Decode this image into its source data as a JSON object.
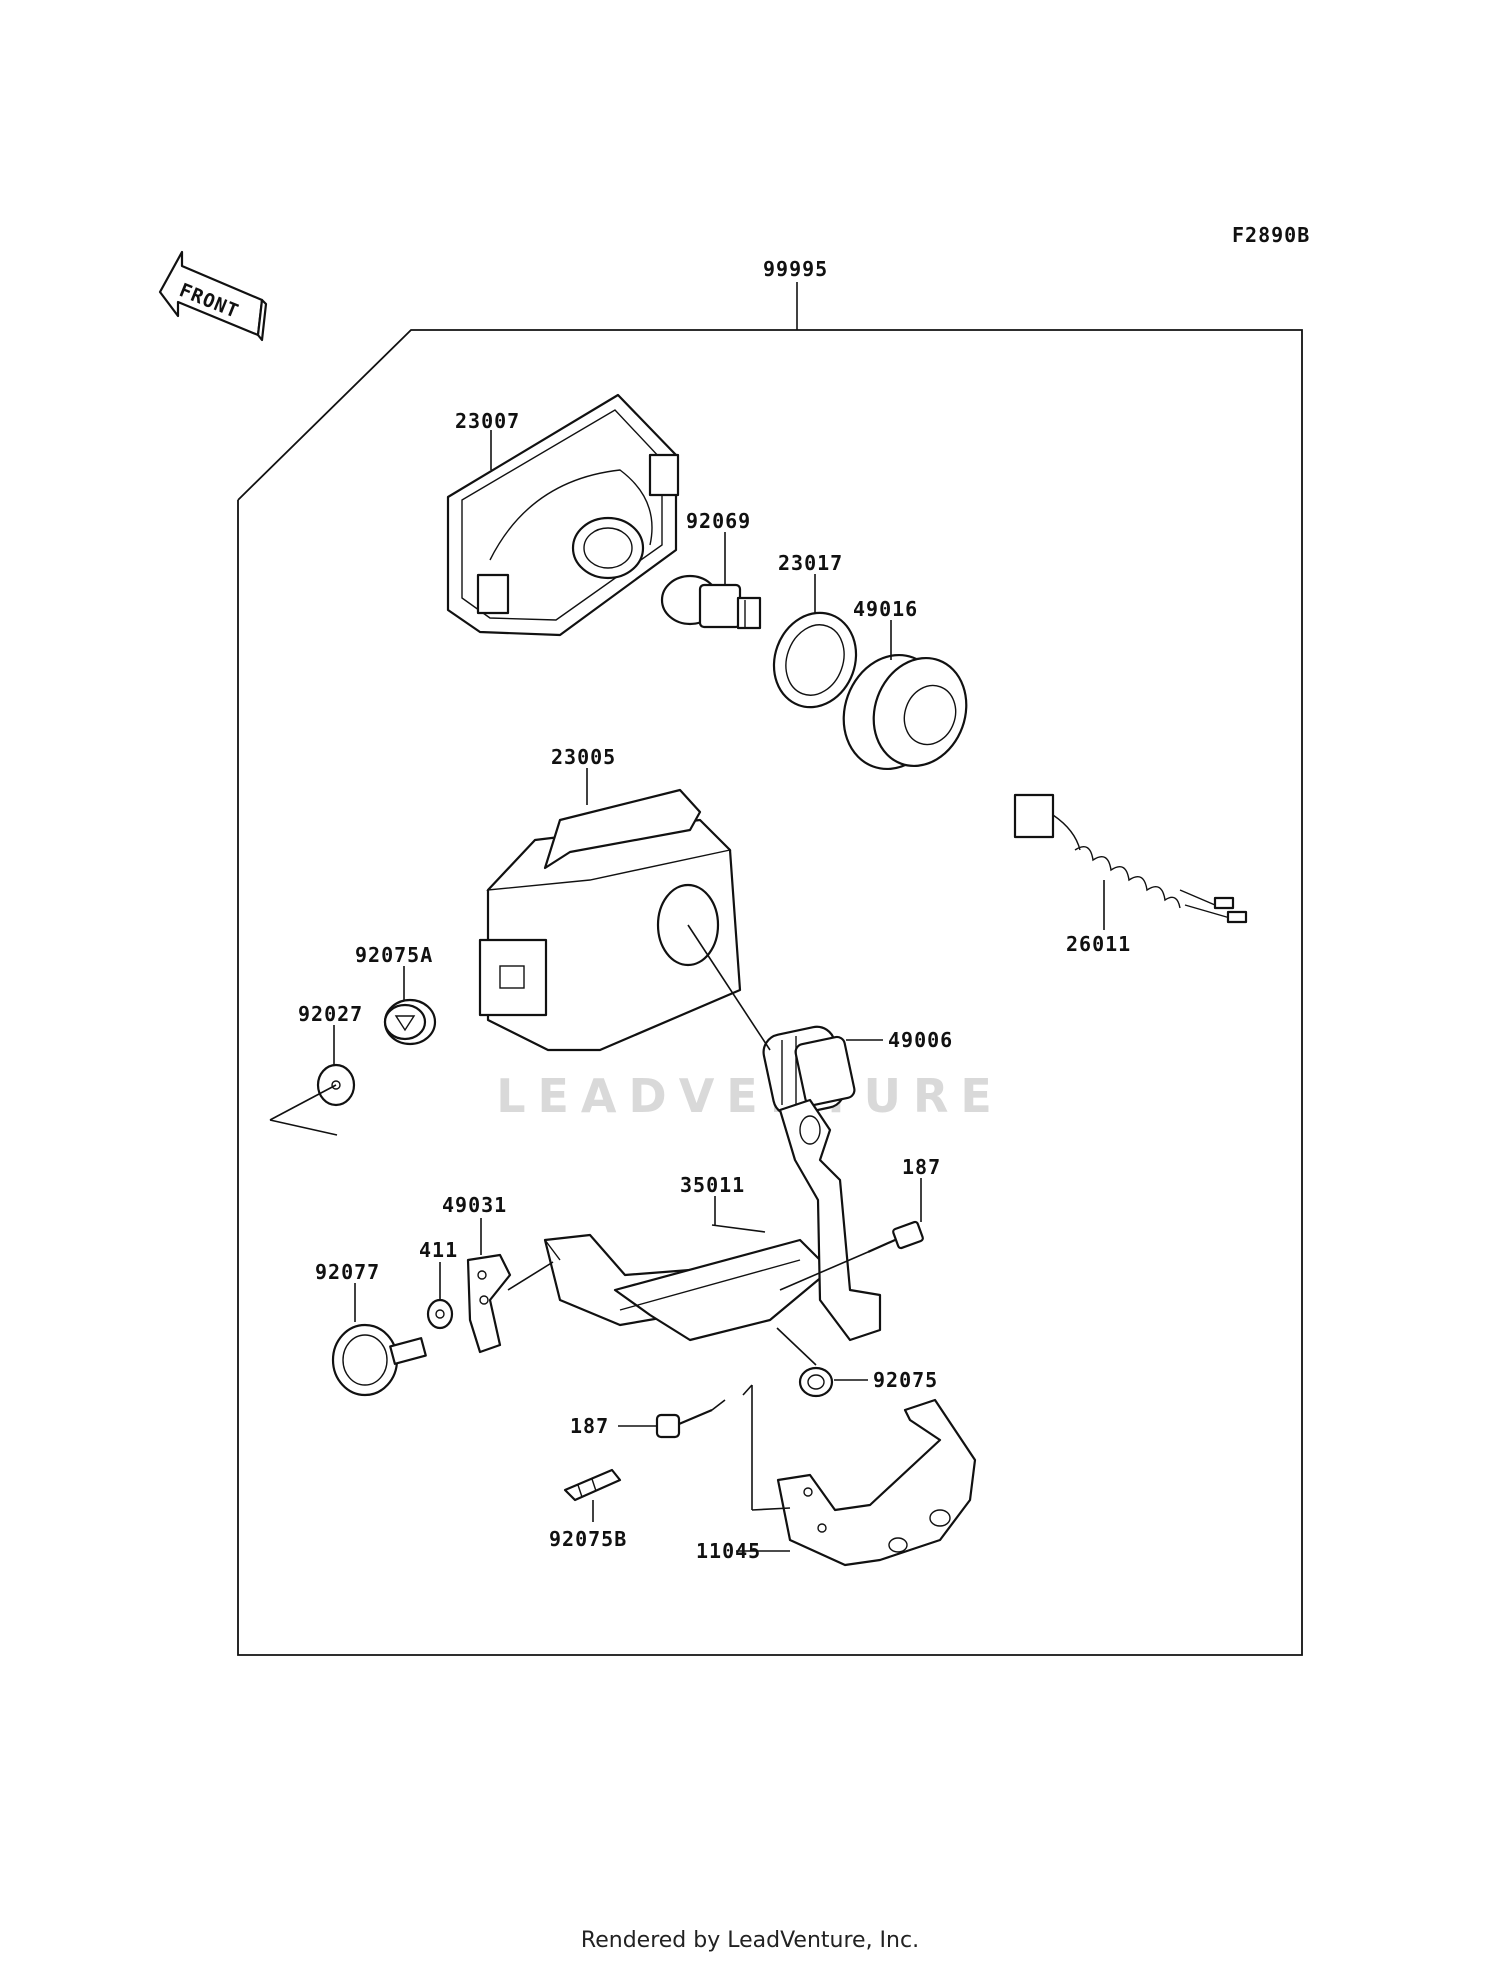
{
  "figure_code": "F2890B",
  "front_label": "FRONT",
  "watermark": "LEADVENTURE",
  "footer": "Rendered by LeadVenture, Inc.",
  "parts": {
    "assembly": "99995",
    "lamp_unit": "23007",
    "bulb": "92069",
    "bulb_holder": "23017",
    "cap": "49016",
    "housing": "23005",
    "lead_wire": "26011",
    "grommet_a": "92075A",
    "washer_92027": "92027",
    "boot": "49006",
    "bracket": "35011",
    "bolt_right": "187",
    "plate": "49031",
    "washer_411": "411",
    "knob": "92077",
    "grommet": "92075",
    "bolt_left": "187",
    "stay": "11045",
    "clip": "92075B"
  }
}
